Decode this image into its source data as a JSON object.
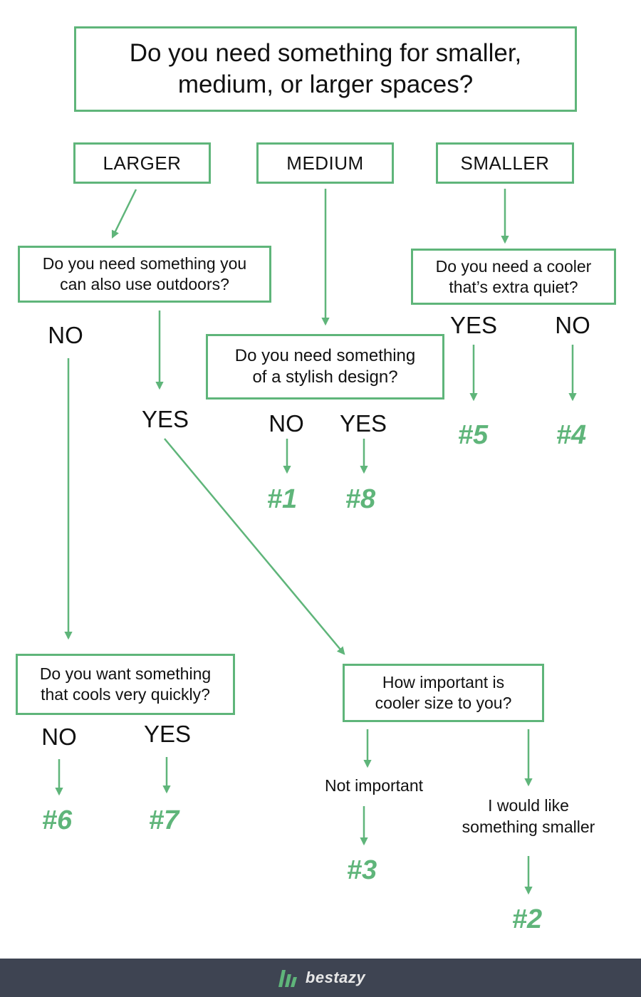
{
  "title": {
    "line1": "Do you need something for smaller,",
    "line2": "medium, or larger spaces?"
  },
  "choices": {
    "larger": "LARGER",
    "medium": "MEDIUM",
    "smaller": "SMALLER"
  },
  "questions": {
    "outdoors": {
      "line1": "Do you need something you",
      "line2": "can also use outdoors?"
    },
    "stylish": {
      "line1": "Do you need something",
      "line2": "of a stylish design?"
    },
    "quiet": {
      "line1": "Do you need a cooler",
      "line2": "that’s extra quiet?"
    },
    "cools_quickly": {
      "line1": "Do you want something",
      "line2": "that cools very quickly?"
    },
    "size": {
      "line1": "How important is",
      "line2": "cooler size to you?"
    }
  },
  "answers": {
    "outdoors_no": "NO",
    "outdoors_yes": "YES",
    "stylish_no": "NO",
    "stylish_yes": "YES",
    "quiet_yes": "YES",
    "quiet_no": "NO",
    "quickly_no": "NO",
    "quickly_yes": "YES",
    "size_not_important": "Not important",
    "size_smaller_line1": "I would like",
    "size_smaller_line2": "something smaller"
  },
  "results": {
    "r1": "#1",
    "r8": "#8",
    "r5": "#5",
    "r4": "#4",
    "r6": "#6",
    "r7": "#7",
    "r3": "#3",
    "r2": "#2"
  },
  "footer": {
    "brand": "bestazy",
    "logo_icon": "bestazy-logo-icon"
  },
  "colors": {
    "accent": "#5fb57a",
    "footer_bg": "#3e4452"
  }
}
